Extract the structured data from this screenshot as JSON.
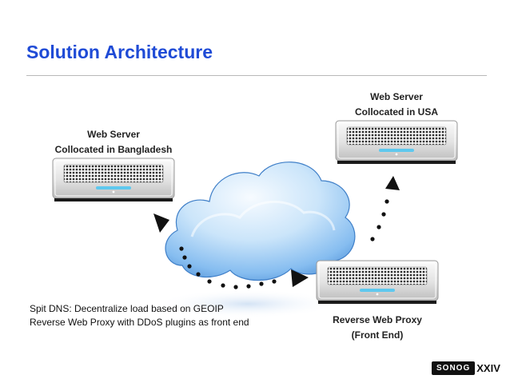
{
  "slide": {
    "title": "Solution Architecture"
  },
  "nodes": {
    "bangladesh": {
      "line1": "Web Server",
      "line2": "Collocated in Bangladesh"
    },
    "usa": {
      "line1": "Web Server",
      "line2": "Collocated in USA"
    },
    "proxy": {
      "line1": "Reverse Web Proxy",
      "line2": "(Front End)"
    }
  },
  "notes": {
    "line1": "Spit DNS: Decentralize load based on GEOIP",
    "line2": "Reverse Web Proxy with DDoS plugins as front end"
  },
  "logo": {
    "brand": "SONOG",
    "edition": "XXIV"
  },
  "colors": {
    "title": "#1f4bd6",
    "cloud_light": "#eef7ff",
    "cloud_mid": "#a9d3f5",
    "cloud_dark": "#4d8fd6",
    "server_led": "#5ec8ee",
    "dots": "#111111"
  },
  "icons": [
    "server-icon",
    "cloud-icon",
    "arrowhead-icon"
  ]
}
